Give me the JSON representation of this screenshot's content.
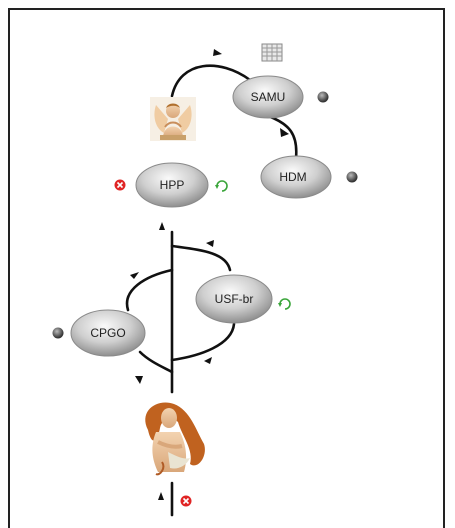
{
  "nodes": {
    "samu": {
      "label": "SAMU"
    },
    "hdm": {
      "label": "HDM"
    },
    "hpp": {
      "label": "HPP"
    },
    "usf_br": {
      "label": "USF-br"
    },
    "cpgo": {
      "label": "CPGO"
    }
  },
  "icons": {
    "grid": "grid-icon",
    "cherub": "cherub-image-icon",
    "venus": "venus-image-icon",
    "status_gray": "gray-dot-icon",
    "status_error": "red-x-icon",
    "status_refresh": "green-refresh-icon"
  },
  "colors": {
    "node_fill_top": "#f2f2f2",
    "node_fill_bottom": "#9a9a9a",
    "edge": "#111111",
    "error_red": "#e02424",
    "refresh_green": "#3aa53a",
    "dot_gray": "#555555"
  }
}
